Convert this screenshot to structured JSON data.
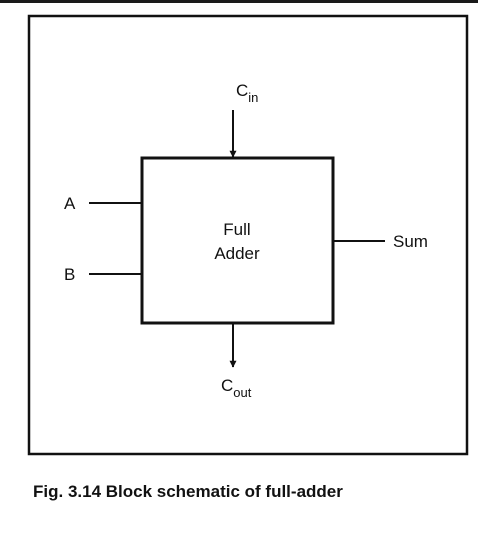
{
  "diagram": {
    "block_label_line1": "Full",
    "block_label_line2": "Adder",
    "inputs": {
      "a": "A",
      "b": "B"
    },
    "carry_in": {
      "base": "C",
      "sub": "in"
    },
    "carry_out": {
      "base": "C",
      "sub": "out"
    },
    "output": "Sum"
  },
  "caption": "Fig. 3.14 Block schematic of full-adder",
  "colors": {
    "ink": "#111111",
    "background": "#ffffff"
  }
}
